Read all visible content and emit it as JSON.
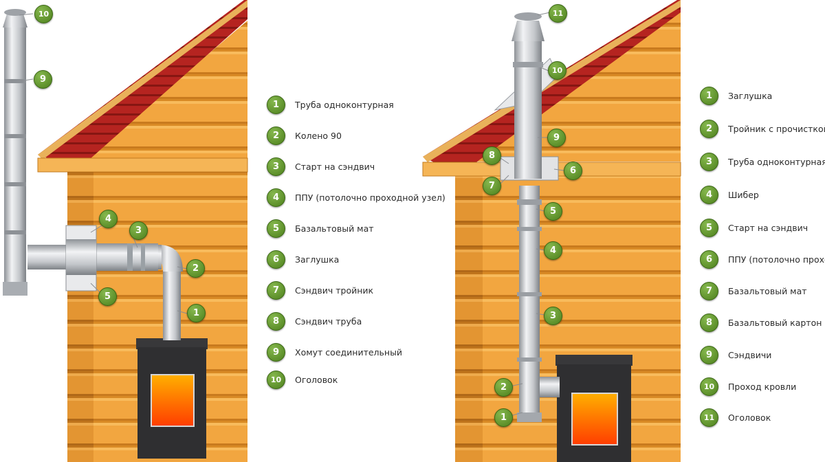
{
  "left_diagram": {
    "legend": [
      {
        "num": "1",
        "label": "Труба одноконтурная"
      },
      {
        "num": "2",
        "label": "Колено 90"
      },
      {
        "num": "3",
        "label": "Старт на сэндвич"
      },
      {
        "num": "4",
        "label": "ППУ (потолочно проходной узел)"
      },
      {
        "num": "5",
        "label": "Базальтовый мат"
      },
      {
        "num": "6",
        "label": "Заглушка"
      },
      {
        "num": "7",
        "label": "Сэндвич тройник"
      },
      {
        "num": "8",
        "label": "Сэндвич труба"
      },
      {
        "num": "9",
        "label": "Хомут соединительный"
      },
      {
        "num": "10",
        "label": "Оголовок"
      }
    ],
    "callouts": [
      "10",
      "9",
      "4",
      "3",
      "2",
      "5",
      "1"
    ]
  },
  "right_diagram": {
    "legend": [
      {
        "num": "1",
        "label": "Заглушка"
      },
      {
        "num": "2",
        "label": "Тройник с прочисткой"
      },
      {
        "num": "3",
        "label": "Труба одноконтурная"
      },
      {
        "num": "4",
        "label": "Шибер"
      },
      {
        "num": "5",
        "label": "Старт на сэндвич"
      },
      {
        "num": "6",
        "label": "ППУ (потолочно проходной узел)"
      },
      {
        "num": "7",
        "label": "Базальтовый мат"
      },
      {
        "num": "8",
        "label": "Базальтовый картон"
      },
      {
        "num": "9",
        "label": "Сэндвичи"
      },
      {
        "num": "10",
        "label": "Проход кровли"
      },
      {
        "num": "11",
        "label": "Оголовок"
      }
    ],
    "callouts": [
      "11",
      "10",
      "9",
      "8",
      "6",
      "7",
      "5",
      "4",
      "3",
      "2",
      "1"
    ]
  },
  "colors": {
    "wood": "#f0a43a",
    "wood_dark": "#c77a1d",
    "roof": "#b8231f",
    "pipe": "#c9ccd0",
    "stove": "#2e2e30",
    "fire": "#ff5a00",
    "badge": "#5a8f2a"
  }
}
